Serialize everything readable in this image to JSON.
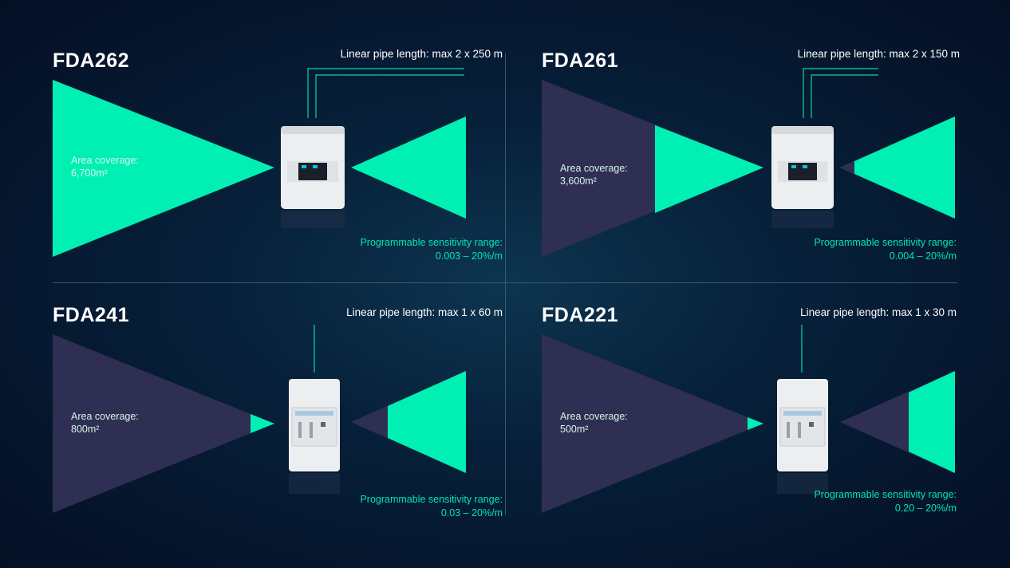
{
  "colors": {
    "accent": "#00f0b4",
    "dim_triangle": "#2e2f52",
    "background": "#061a33",
    "text": "#ffffff",
    "accent_text": "#00e6b0"
  },
  "panels": [
    {
      "model": "FDA262",
      "pipe_label": "Linear pipe length: max 2 x 250 m",
      "coverage_label": "Area coverage:",
      "coverage_value": "6,700m²",
      "sensitivity_label": "Programmable sensitivity range:",
      "sensitivity_value": "0.003 – 20%/m"
    },
    {
      "model": "FDA261",
      "pipe_label": "Linear pipe length: max 2 x 150 m",
      "coverage_label": "Area coverage:",
      "coverage_value": "3,600m²",
      "sensitivity_label": "Programmable sensitivity range:",
      "sensitivity_value": "0.004 – 20%/m"
    },
    {
      "model": "FDA241",
      "pipe_label": "Linear pipe length: max 1 x 60 m",
      "coverage_label": "Area coverage:",
      "coverage_value": "800m²",
      "sensitivity_label": "Programmable sensitivity range:",
      "sensitivity_value": "0.03 – 20%/m"
    },
    {
      "model": "FDA221",
      "pipe_label": "Linear pipe length: max 1 x 30 m",
      "coverage_label": "Area coverage:",
      "coverage_value": "500m²",
      "sensitivity_label": "Programmable sensitivity range:",
      "sensitivity_value": "0.20 – 20%/m"
    }
  ]
}
